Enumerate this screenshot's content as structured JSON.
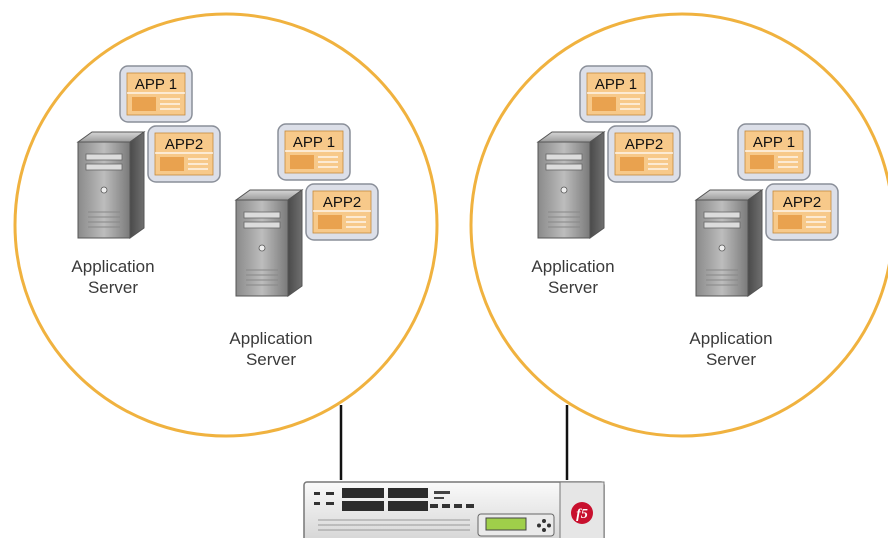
{
  "colors": {
    "circle": "#f0b23f",
    "window_bg": "#f7c98a",
    "window_frame": "#dcdfe8",
    "window_border": "#8a8f99",
    "server": "#6f6f6f",
    "line": "#111111",
    "f5_badge": "#c8102e"
  },
  "clusters": [
    {
      "servers": [
        {
          "apps": [
            "APP 1",
            "APP2"
          ],
          "label": [
            "Application",
            "Server"
          ]
        },
        {
          "apps": [
            "APP 1",
            "APP2"
          ],
          "label": [
            "Application",
            "Server"
          ]
        }
      ]
    },
    {
      "servers": [
        {
          "apps": [
            "APP 1",
            "APP2"
          ],
          "label": [
            "Application",
            "Server"
          ]
        },
        {
          "apps": [
            "APP 1",
            "APP2"
          ],
          "label": [
            "Application",
            "Server"
          ]
        }
      ]
    }
  ],
  "device": {
    "icon": "f5-load-balancer-icon",
    "badge": "f5"
  }
}
